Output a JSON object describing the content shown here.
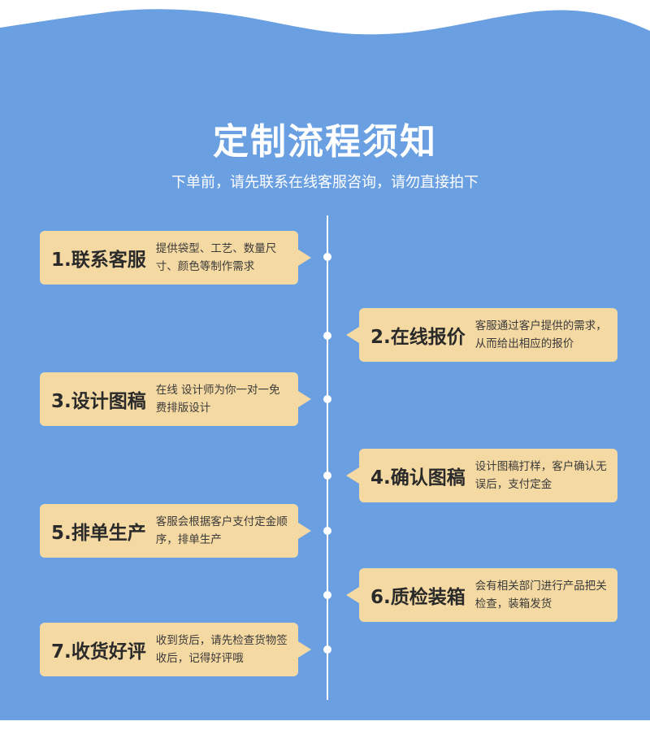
{
  "header": {
    "title": "定制流程须知",
    "subtitle": "下单前，请先联系在线客服咨询，请勿直接拍下"
  },
  "steps": [
    {
      "title": "1.联系客服",
      "desc": "提供袋型、工艺、数量尺寸、颜色等制作需求"
    },
    {
      "title": "2.在线报价",
      "desc": "客服通过客户提供的需求，从而给出相应的报价"
    },
    {
      "title": "3.设计图稿",
      "desc": "在线 设计师为你一对一免费排版设计"
    },
    {
      "title": "4.确认图稿",
      "desc": "设计图稿打样，客户确认无误后，支付定金"
    },
    {
      "title": "5.排单生产",
      "desc": "客服会根据客户支付定金顺序，排单生产"
    },
    {
      "title": "6.质检装箱",
      "desc": "会有相关部门进行产品把关检查，装箱发货"
    },
    {
      "title": "7.收货好评",
      "desc": "收到货后，请先检查货物签收后，记得好评哦"
    }
  ],
  "colors": {
    "background": "#6aa0e2",
    "card": "#f5d9a3",
    "text_light": "#ffffff"
  }
}
